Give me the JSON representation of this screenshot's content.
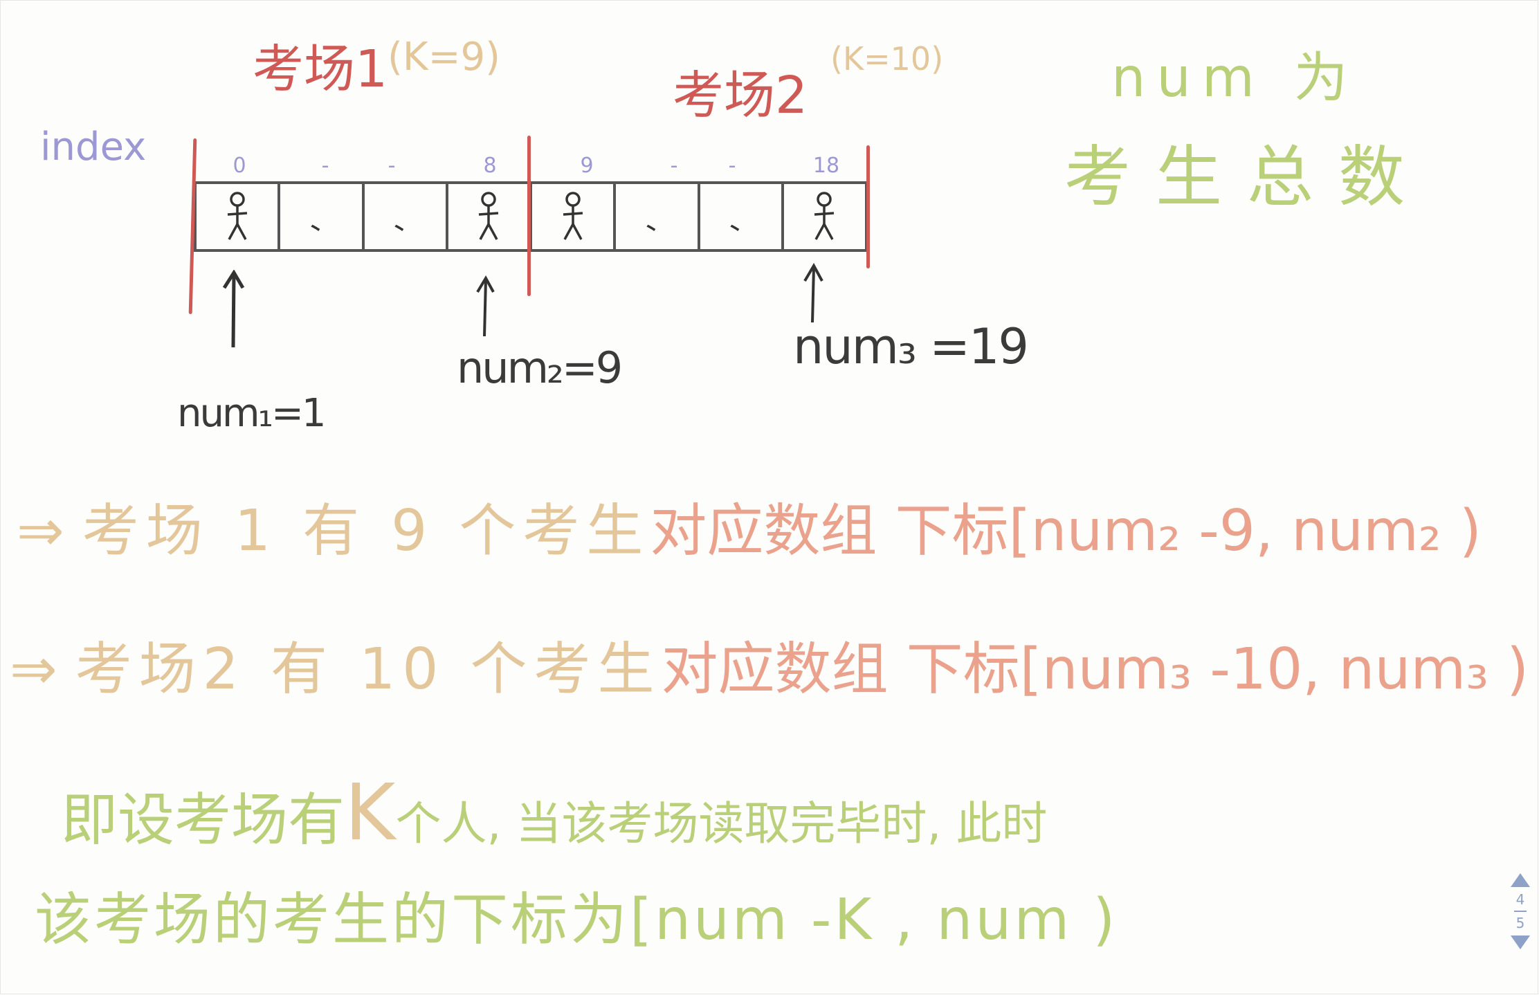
{
  "room1": {
    "title": "考场1",
    "k": "(K=9)"
  },
  "room2": {
    "title": "考场2",
    "k": "(K=10)"
  },
  "index_label": "index",
  "indices": [
    "0",
    "-",
    "-",
    "8",
    "9",
    "-",
    "-",
    "18"
  ],
  "cells": [
    "person",
    "、",
    "、",
    "person",
    "person",
    "、",
    "、",
    "person"
  ],
  "pointers": [
    "num₁=1",
    "num₂=9",
    "num₃ =19"
  ],
  "side_note": {
    "line1": "num 为",
    "line2": "考生总数"
  },
  "line1": {
    "prefix": "⇒",
    "tan_text": "考场 1 有 9 个考生",
    "pink_text": "对应数组 下标[num₂ -9, num₂ )"
  },
  "line2": {
    "prefix": "⇒",
    "tan_text": "考场2 有 10 个考生",
    "pink_text": "对应数组 下标[num₃ -10, num₃ )"
  },
  "conclusion": {
    "part_a": "即设考场有",
    "k": "K",
    "part_b": "个人, 当该考场读取完毕时, 此时",
    "line2": "该考场的考生的下标为[num -K , num )"
  },
  "pager": {
    "current": "4",
    "total": "5"
  }
}
